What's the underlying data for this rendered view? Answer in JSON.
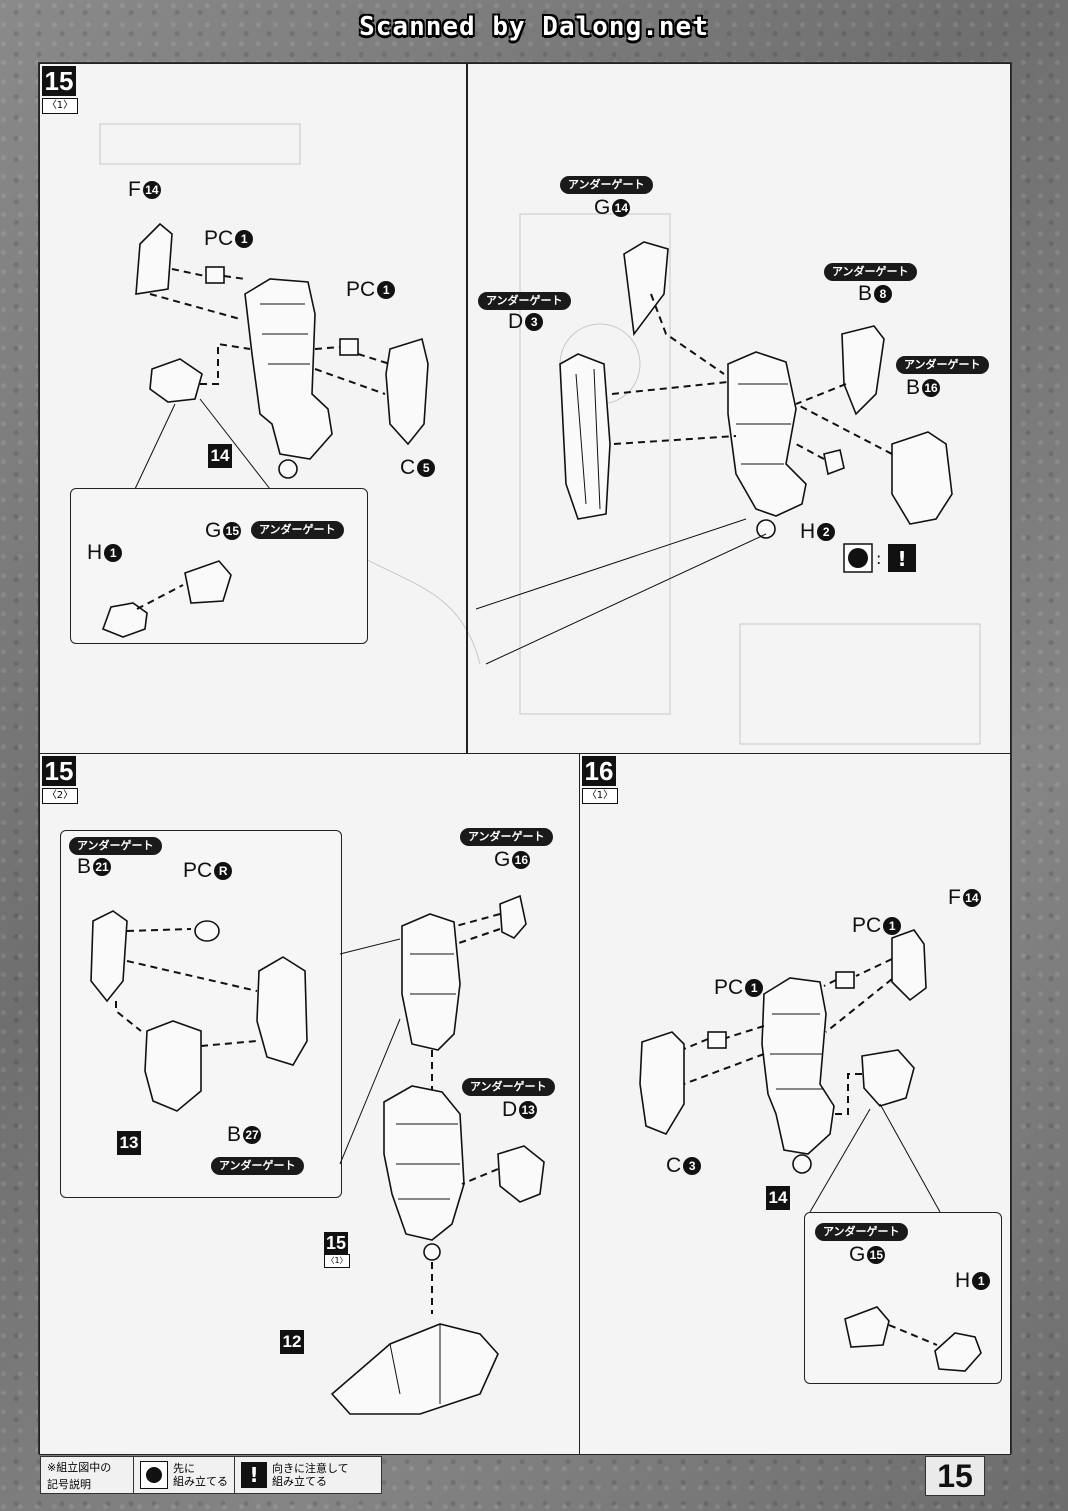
{
  "header": {
    "scan_credit": "Scanned by Dalong.net"
  },
  "panels": {
    "p1": {
      "step": "15",
      "sub": "〈1〉",
      "labels": {
        "f14": {
          "letter": "F",
          "num": "14"
        },
        "pc1a": {
          "letter": "PC",
          "num": "1"
        },
        "pc1b": {
          "letter": "PC",
          "num": "1"
        },
        "c5": {
          "letter": "C",
          "num": "5"
        },
        "box": "14",
        "h1": {
          "letter": "H",
          "num": "1"
        },
        "g15": {
          "letter": "G",
          "num": "15"
        },
        "g15_tag": "アンダーゲート"
      }
    },
    "p2": {
      "tags": {
        "g14": "アンダーゲート",
        "d3": "アンダーゲート",
        "b8": "アンダーゲート",
        "b16": "アンダーゲート"
      },
      "labels": {
        "g14": {
          "letter": "G",
          "num": "14"
        },
        "d3": {
          "letter": "D",
          "num": "3"
        },
        "b8": {
          "letter": "B",
          "num": "8"
        },
        "b16": {
          "letter": "B",
          "num": "16"
        },
        "h2": {
          "letter": "H",
          "num": "2"
        }
      }
    },
    "p3": {
      "step": "15",
      "sub": "〈2〉",
      "tags": {
        "b21": "アンダーゲート",
        "b27": "アンダーゲート",
        "g16": "アンダーゲート",
        "d13": "アンダーゲート"
      },
      "labels": {
        "b21": {
          "letter": "B",
          "num": "21"
        },
        "pcr": {
          "letter": "PC",
          "num": "R"
        },
        "b27": {
          "letter": "B",
          "num": "27"
        },
        "box13": "13",
        "g16": {
          "letter": "G",
          "num": "16"
        },
        "d13": {
          "letter": "D",
          "num": "13"
        },
        "ref_step": "15",
        "ref_sub": "〈1〉",
        "box12": "12"
      }
    },
    "p4": {
      "step": "16",
      "sub": "〈1〉",
      "labels": {
        "f14": {
          "letter": "F",
          "num": "14"
        },
        "pc1a": {
          "letter": "PC",
          "num": "1"
        },
        "pc1b": {
          "letter": "PC",
          "num": "1"
        },
        "c3": {
          "letter": "C",
          "num": "3"
        },
        "box14": "14",
        "g15_tag": "アンダーゲート",
        "g15": {
          "letter": "G",
          "num": "15"
        },
        "h1": {
          "letter": "H",
          "num": "1"
        }
      }
    }
  },
  "legend": {
    "title_line1": "※組立図中の",
    "title_line2": "記号説明",
    "item1_line1": "先に",
    "item1_line2": "組み立てる",
    "item2_line1": "向きに注意して",
    "item2_line2": "組み立てる"
  },
  "page_number": "15"
}
